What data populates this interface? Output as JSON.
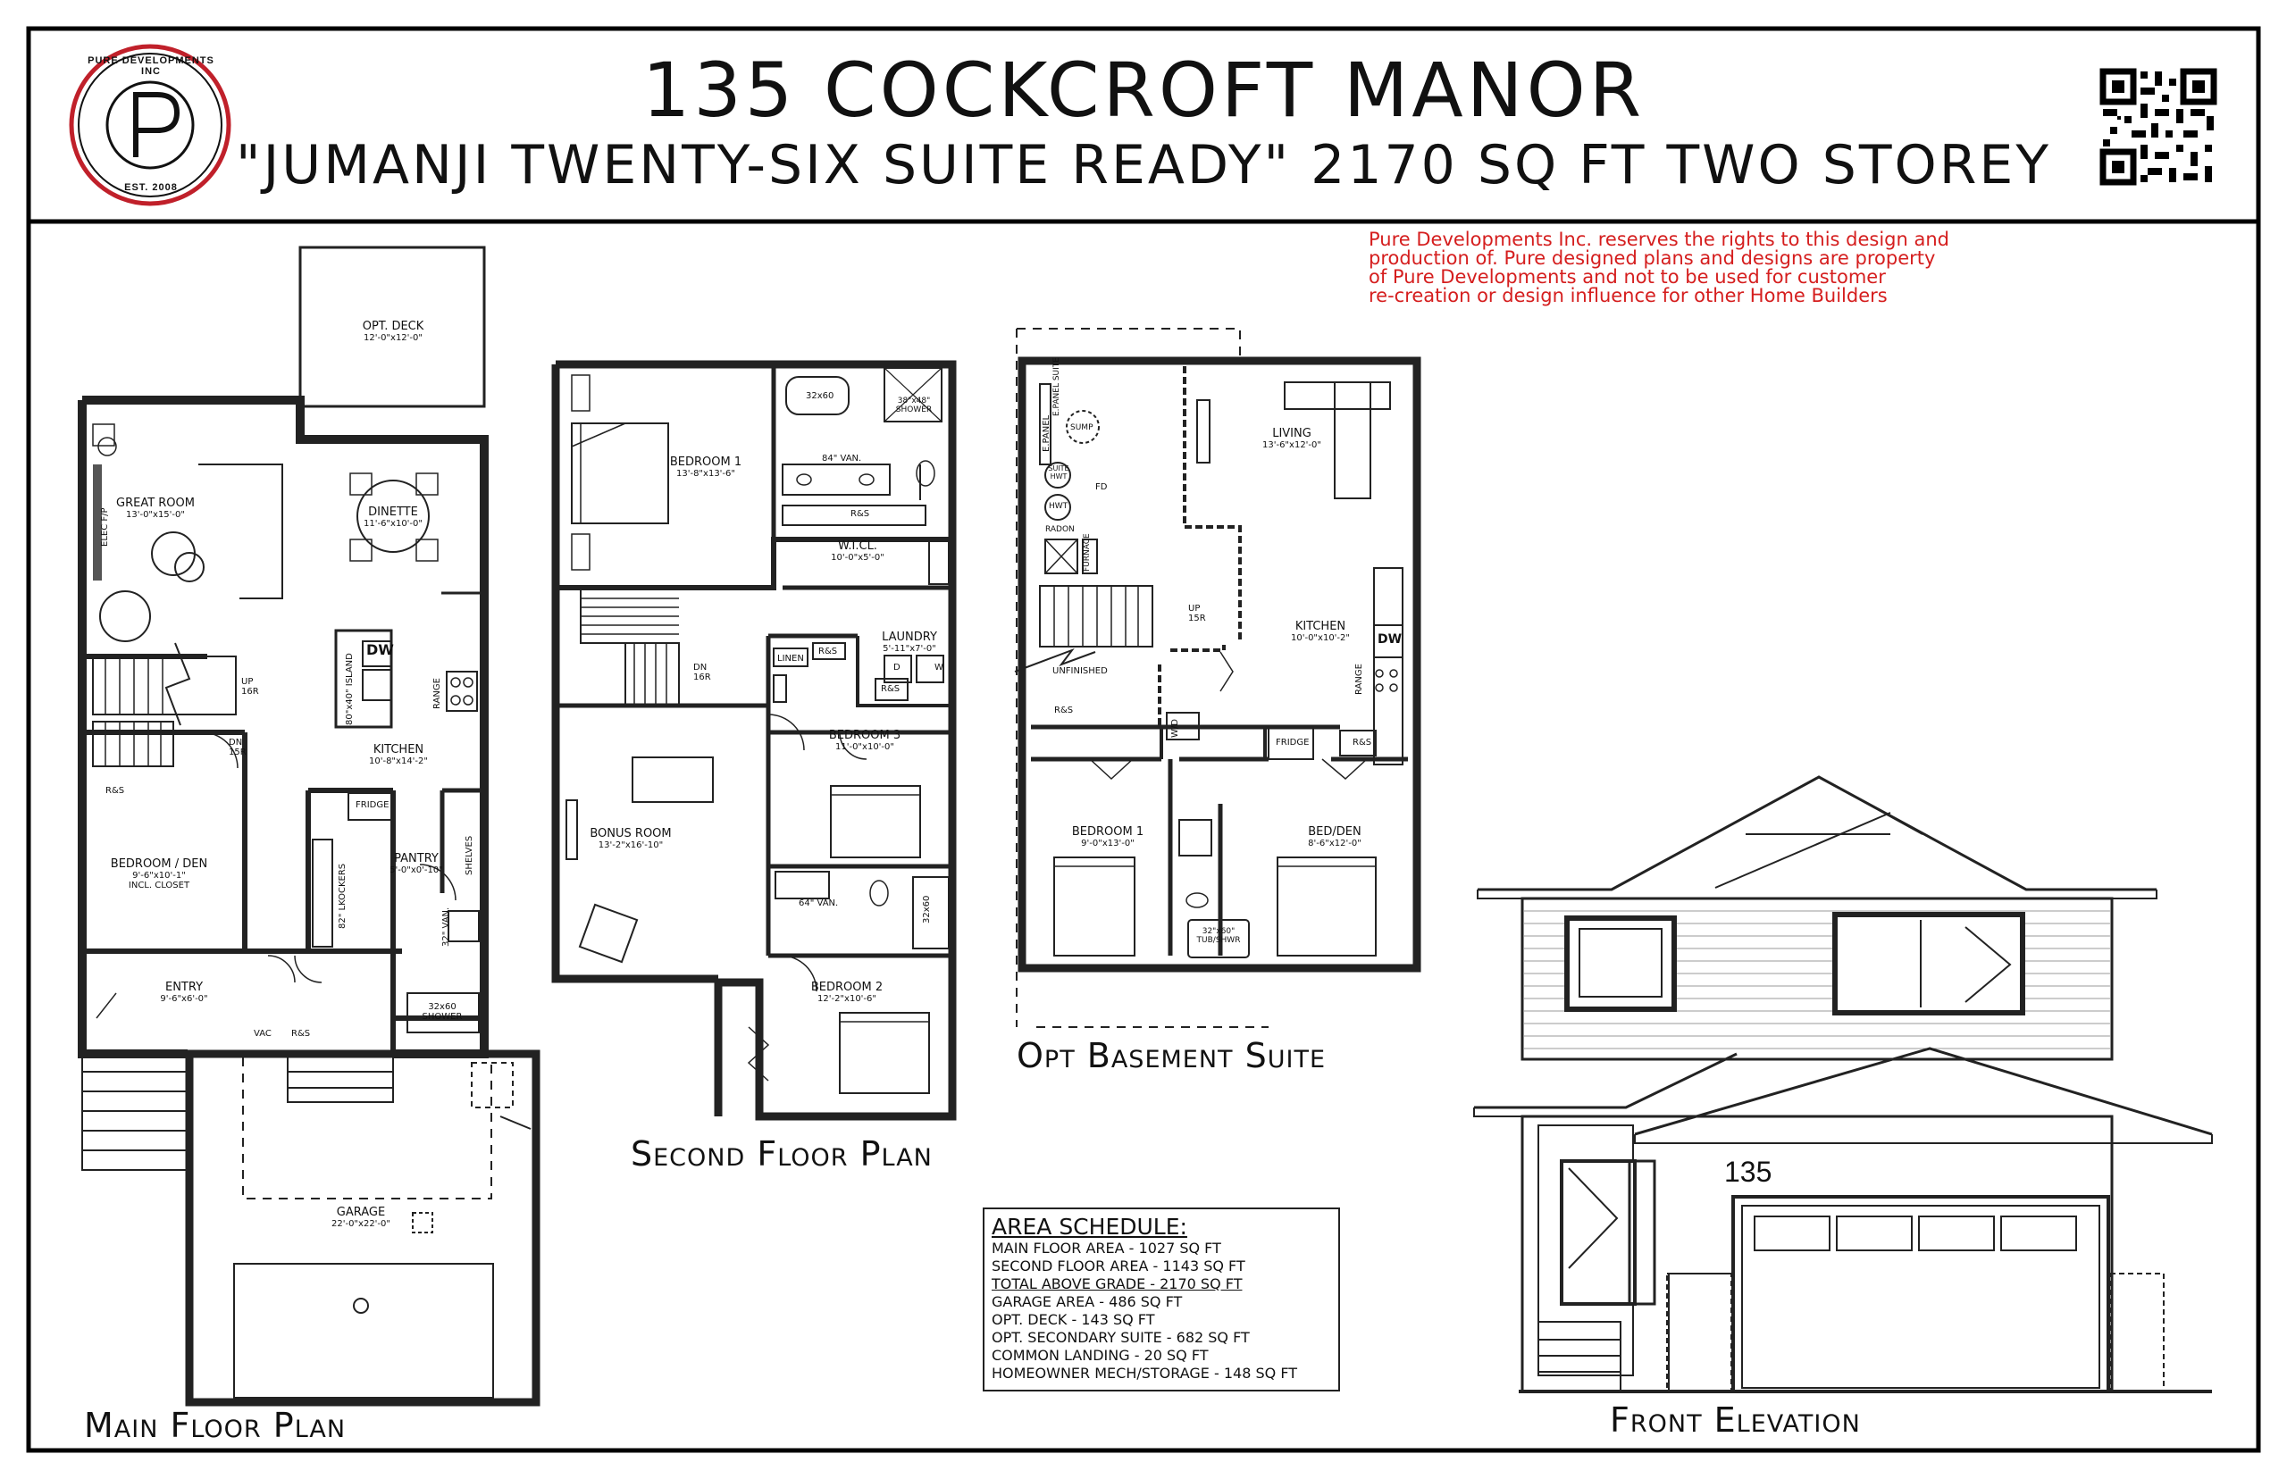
{
  "header": {
    "title": "135 COCKCROFT MANOR",
    "subtitle": "\"JUMANJI TWENTY-SIX SUITE READY\" 2170 SQ FT TWO STOREY",
    "logo": {
      "text_top": "PURE DEVELOPMENTS INC",
      "text_bottom": "EST. 2008",
      "letter": "P",
      "ring_color": "#c0202a"
    },
    "qr_icon": "qr-code-icon"
  },
  "disclaimer": {
    "lines": [
      "Pure Developments Inc. reserves the rights to this design and",
      "production of. Pure designed plans and designs are property",
      "of Pure Developments and not to be used for customer",
      "re-creation or design influence for other Home Builders"
    ],
    "color": "#d51e1e"
  },
  "main_floor": {
    "caption": "Main Floor Plan",
    "rooms": {
      "deck": {
        "name": "OPT. DECK",
        "dims": "12'-0\"x12'-0\""
      },
      "great_room": {
        "name": "GREAT ROOM",
        "dims": "13'-0\"x15'-0\""
      },
      "dinette": {
        "name": "DINETTE",
        "dims": "11'-6\"x10'-0\""
      },
      "kitchen": {
        "name": "KITCHEN",
        "dims": "10'-8\"x14'-2\""
      },
      "bedroom": {
        "name": "BEDROOM / DEN",
        "dims": "9'-6\"x10'-1\"",
        "note": "INCL. CLOSET"
      },
      "pantry": {
        "name": "PANTRY",
        "dims": "5'-0\"x0'-10\""
      },
      "entry": {
        "name": "ENTRY",
        "dims": "9'-6\"x6'-0\""
      },
      "garage": {
        "name": "GARAGE",
        "dims": "22'-0\"x22'-0\""
      }
    },
    "labels": {
      "elec_fp": "ELEC F/P",
      "island": "80\"x40\" ISLAND",
      "dw": "DW",
      "range": "RANGE",
      "fridge": "FRIDGE",
      "shelves": "SHELVES",
      "lockers": "82\" LKOCKERS",
      "van": "32\" VAN.",
      "shower": "32x60 SHOWER",
      "rs": "R&S",
      "vac": "VAC",
      "up": "UP 16R",
      "dn": "DN 15R"
    }
  },
  "second_floor": {
    "caption": "Second Floor Plan",
    "rooms": {
      "bedroom1": {
        "name": "BEDROOM 1",
        "dims": "13'-8\"x13'-6\""
      },
      "wicl": {
        "name": "W.I.CL.",
        "dims": "10'-0\"x5'-0\""
      },
      "laundry": {
        "name": "LAUNDRY",
        "dims": "5'-11\"x7'-0\""
      },
      "bedroom3": {
        "name": "BEDROOM 3",
        "dims": "11'-0\"x10'-0\""
      },
      "bonus": {
        "name": "BONUS ROOM",
        "dims": "13'-2\"x16'-10\""
      },
      "bedroom2": {
        "name": "BEDROOM 2",
        "dims": "12'-2\"x10'-6\""
      }
    },
    "labels": {
      "tub": "32x60",
      "shower": "38\"x48\" SHOWER",
      "van84": "84\" VAN.",
      "van64": "64\" VAN.",
      "linen": "LINEN",
      "rs": "R&S",
      "d": "D",
      "w": "W",
      "tub2": "32x60",
      "dn": "DN 16R"
    }
  },
  "basement": {
    "caption": "Opt Basement Suite",
    "rooms": {
      "living": {
        "name": "LIVING",
        "dims": "13'-6\"x12'-0\""
      },
      "kitchen": {
        "name": "KITCHEN",
        "dims": "10'-0\"x10'-2\""
      },
      "bedroom1": {
        "name": "BEDROOM 1",
        "dims": "9'-0\"x13'-0\""
      },
      "bedden": {
        "name": "BED/DEN",
        "dims": "8'-6\"x12'-0\""
      },
      "unfinished": {
        "name": "UNFINISHED",
        "dims": ""
      }
    },
    "labels": {
      "epanel": "E.PANEL",
      "epanel_suite": "E.PANEL SUITE",
      "sump": "SUMP",
      "suite_hwt": "SUITE HWT",
      "hwt": "HWT",
      "fd": "FD",
      "radon": "RADON",
      "furnace": "FURNACE",
      "up": "UP 15R",
      "rs": "R&S",
      "wd": "W/D",
      "fridge": "FRIDGE",
      "dw": "DW",
      "range": "RANGE",
      "tub": "32\"x60\" TUB/SHWR"
    }
  },
  "elevation": {
    "caption": "Front Elevation",
    "house_number": "135"
  },
  "area_schedule": {
    "heading": "AREA SCHEDULE:",
    "lines": [
      "MAIN FLOOR AREA - 1027 SQ FT",
      "SECOND FLOOR AREA - 1143 SQ FT",
      "TOTAL ABOVE GRADE - 2170 SQ FT",
      "GARAGE AREA - 486 SQ FT",
      "OPT. DECK - 143 SQ FT",
      "OPT. SECONDARY SUITE - 682 SQ FT",
      "COMMON LANDING - 20 SQ FT",
      "HOMEOWNER MECH/STORAGE - 148 SQ FT"
    ]
  }
}
